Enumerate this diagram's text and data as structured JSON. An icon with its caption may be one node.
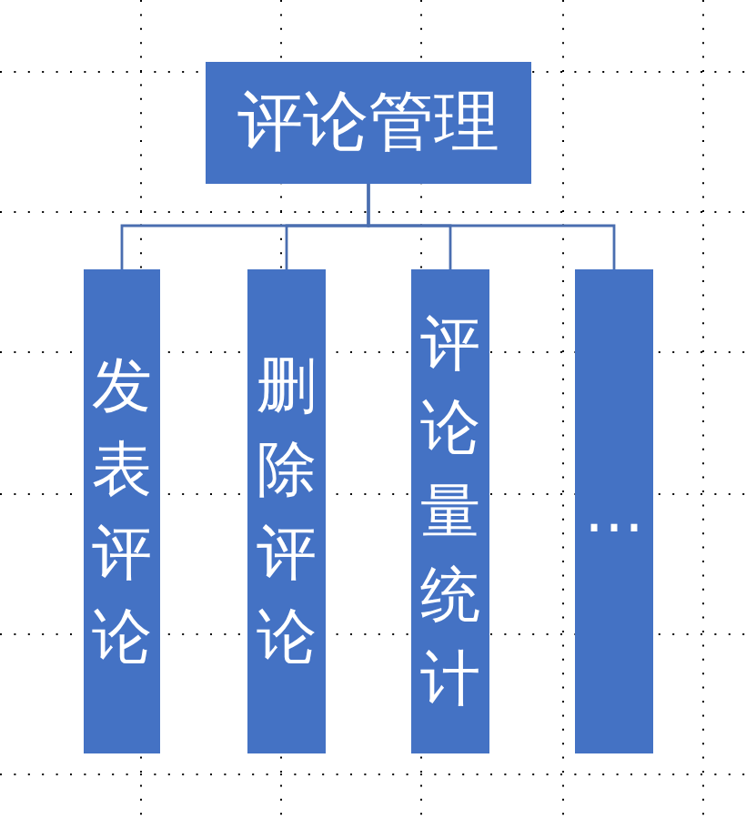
{
  "diagram": {
    "nodes": [
      {
        "text": [
          "评论管理"
        ]
      },
      {
        "text": [
          "发表评论"
        ]
      },
      {
        "text": [
          "删除评论"
        ]
      },
      {
        "text": [
          "评论量统计"
        ]
      },
      {
        "text": [
          "…"
        ]
      }
    ],
    "edges": [
      {
        "from": 0,
        "to": 1,
        "arrow": "none"
      },
      {
        "from": 0,
        "to": 2,
        "arrow": "none"
      },
      {
        "from": 0,
        "to": 3,
        "arrow": "none"
      },
      {
        "from": 0,
        "to": 4,
        "arrow": "none"
      }
    ]
  }
}
